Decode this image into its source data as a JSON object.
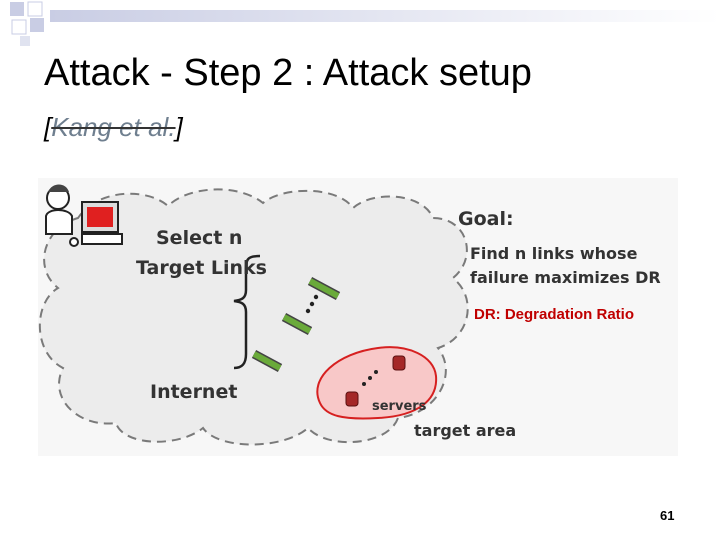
{
  "slide": {
    "title": "Attack - Step 2 : Attack setup",
    "citation": {
      "open": "[",
      "text": "Kang et al.",
      "close": "]"
    },
    "page_number": "61"
  },
  "figure": {
    "label_select_line1": "Select n",
    "label_select_line2": "Target Links",
    "label_internet": "Internet",
    "label_goal": "Goal:",
    "label_goal_line1": "Find n links whose",
    "label_goal_line2": "failure maximizes DR",
    "label_dr": "DR: Degradation Ratio",
    "label_servers": "servers",
    "label_target_area": "target area",
    "colors": {
      "dr_text": "#c00000",
      "target_area_fill": "#f8c8c8",
      "target_area_stroke": "#d62020",
      "link_green": "#6aaa3a",
      "cloud_fill": "#ececec"
    }
  }
}
